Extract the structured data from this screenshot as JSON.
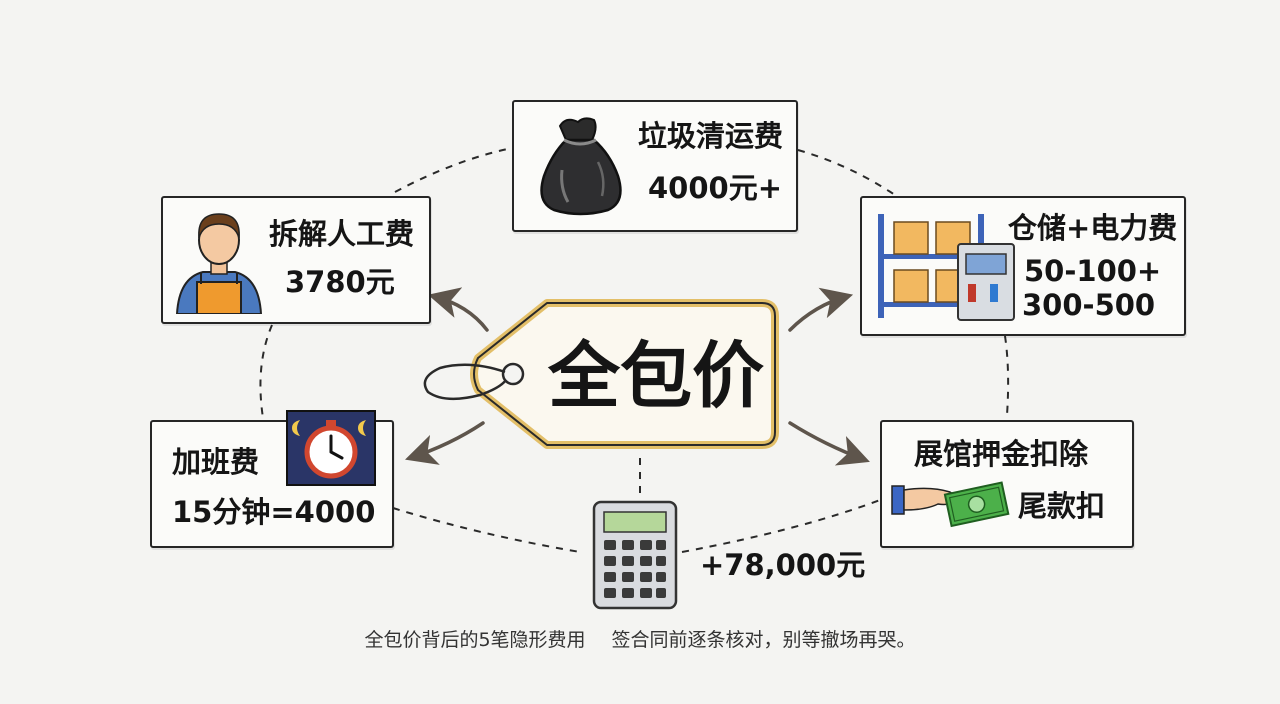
{
  "center": {
    "label": "全包价"
  },
  "nodes": {
    "trash": {
      "title": "垃圾清运费",
      "value": "4000元+",
      "icon": "trash-bag-icon"
    },
    "labor": {
      "title": "拆解人工费",
      "value": "3780元",
      "icon": "worker-icon"
    },
    "storage": {
      "title": "仓储+电力费",
      "value1": "50-100+",
      "value2": "300-500",
      "icon": "warehouse-shelf-icon"
    },
    "overtime": {
      "title": "加班费",
      "value": "15分钟=4000",
      "icon": "alarm-clock-icon"
    },
    "deposit": {
      "title": "展馆押金扣除",
      "value": "尾款扣",
      "icon": "cash-handover-icon"
    },
    "total": {
      "value": "+78,000元",
      "icon": "calculator-icon"
    }
  },
  "caption": {
    "left": "全包价背后的5笔隐形费用",
    "right": "签合同前逐条核对，别等撤场再哭。"
  },
  "colors": {
    "tag_fill": "#fbf8ef",
    "tag_border": "#e3bf68",
    "arrow": "#5e554c",
    "box_orange": "#f2b860",
    "clock_bg": "#2a3567"
  }
}
